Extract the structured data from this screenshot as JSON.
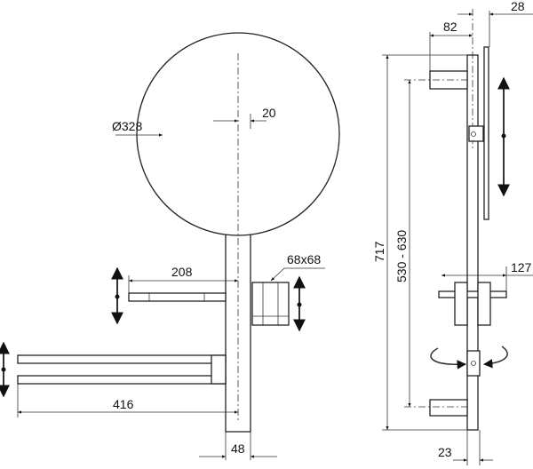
{
  "drawing": {
    "front_view": {
      "mirror_diameter": "Ø328",
      "mirror_offset": "20",
      "shelf_width": "208",
      "cup_size": "68x68",
      "towel_bar_length": "416",
      "pole_width": "48"
    },
    "side_view": {
      "depth_arms": "82",
      "mirror_offset": "28",
      "total_height": "717",
      "fixing_distance": "530 - 630",
      "shelf_depth": "127",
      "rail_width": "23"
    }
  }
}
